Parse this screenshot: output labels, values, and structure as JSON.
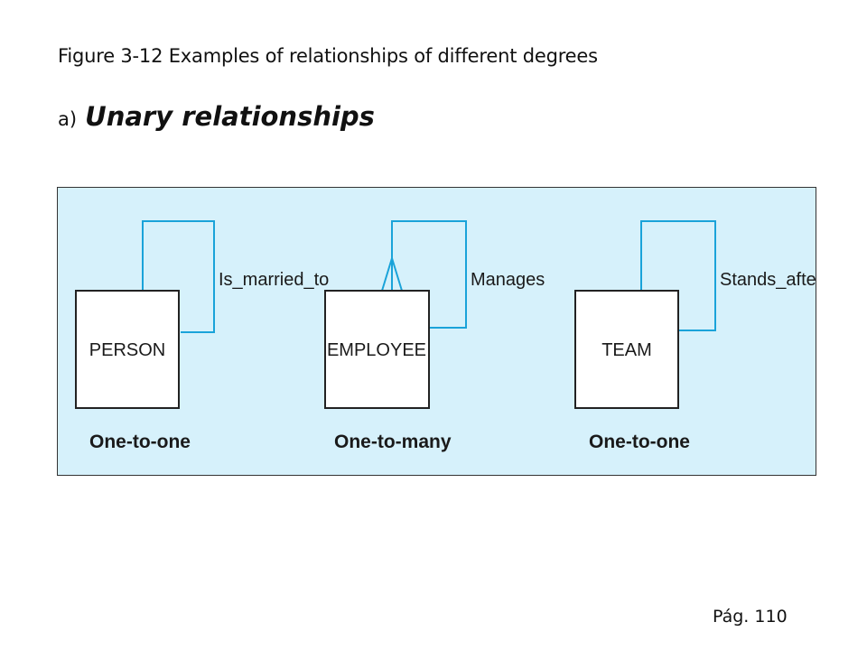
{
  "figure_title": "Figure 3-12 Examples of relationships of different degrees",
  "subtitle": {
    "letter": "a)",
    "name": "Unary relationships"
  },
  "colors": {
    "panel_background": "#d6f1fb",
    "relationship_line": "#1aa3d9",
    "entity_border": "#222222"
  },
  "diagrams": [
    {
      "entity": "PERSON",
      "relationship": "Is_married_to",
      "cardinality": "One-to-one",
      "crows_foot": false
    },
    {
      "entity": "EMPLOYEE",
      "relationship": "Manages",
      "cardinality": "One-to-many",
      "crows_foot": true
    },
    {
      "entity": "TEAM",
      "relationship": "Stands_after",
      "cardinality": "One-to-one",
      "crows_foot": false
    }
  ],
  "page_number": "Pág. 110"
}
